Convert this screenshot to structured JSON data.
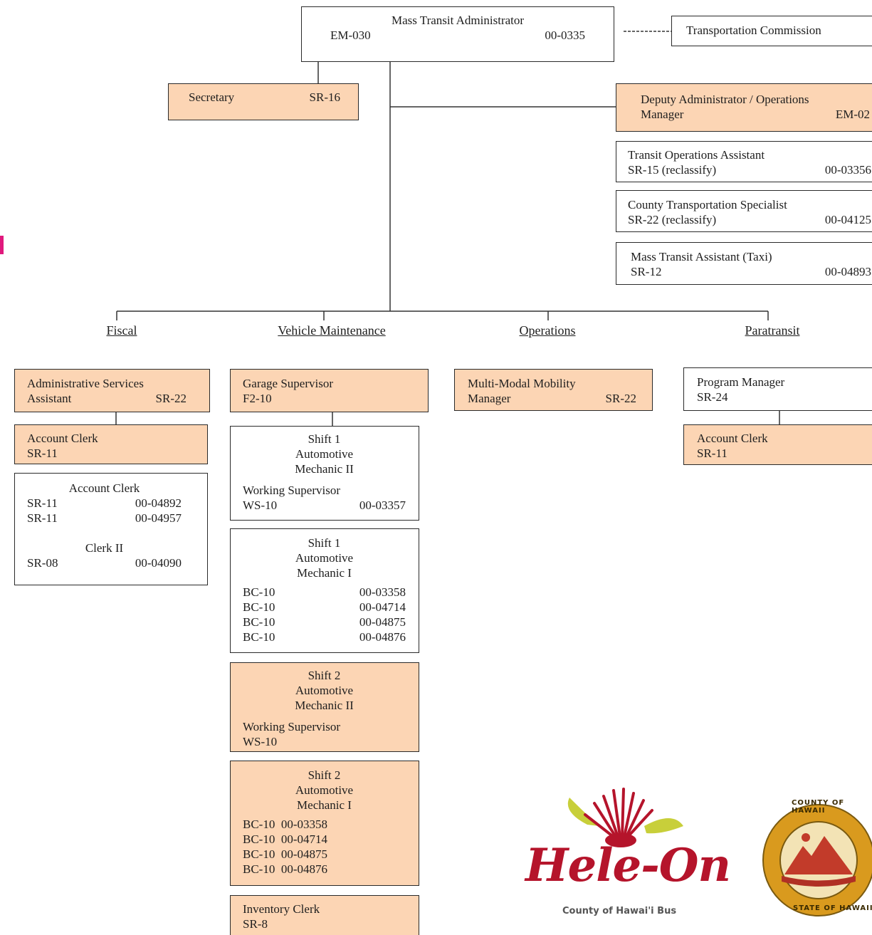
{
  "top": {
    "administrator": {
      "title": "Mass Transit Administrator",
      "grade": "EM-030",
      "position": "00-0335"
    },
    "commission": "Transportation Commission",
    "secretary": {
      "title": "Secretary",
      "grade": "SR-16"
    }
  },
  "staff": [
    {
      "line1": "Deputy Administrator / Operations",
      "line2_left": "Manager",
      "line2_right": "EM-02"
    },
    {
      "line1": "Transit Operations Assistant",
      "line2_left": "SR-15 (reclassify)",
      "line2_right": "00-03356"
    },
    {
      "line1": "County Transportation Specialist",
      "line2_left": "SR-22 (reclassify)",
      "line2_right": "00-04125"
    },
    {
      "line1": "Mass Transit Assistant (Taxi)",
      "line2_left": "SR-12",
      "line2_right": "00-04893"
    }
  ],
  "divisions": {
    "fiscal": "Fiscal",
    "vehicle_maintenance": "Vehicle Maintenance",
    "operations": "Operations",
    "paratransit": "Paratransit"
  },
  "fiscal": {
    "ads": {
      "line1": "Administrative Services",
      "line2_left": "Assistant",
      "line2_right": "SR-22"
    },
    "clerk": {
      "line1": "Account Clerk",
      "line2": "SR-11"
    },
    "clerks_group": {
      "title": "Account Clerk",
      "rows": [
        [
          "SR-11",
          "00-04892"
        ],
        [
          "SR-11",
          "00-04957"
        ]
      ],
      "title2": "Clerk II",
      "rows2": [
        [
          "SR-08",
          "00-04090"
        ]
      ]
    }
  },
  "vehicle": {
    "garage": {
      "line1": "Garage Supervisor",
      "line2": "F2-10"
    },
    "shift1_mech2": {
      "head": [
        "Shift 1",
        "Automotive",
        "Mechanic II"
      ],
      "sub": "Working Supervisor",
      "row": [
        "WS-10",
        "00-03357"
      ]
    },
    "shift1_mech1": {
      "head": [
        "Shift 1",
        "Automotive",
        "Mechanic I"
      ],
      "rows": [
        [
          "BC-10",
          "00-03358"
        ],
        [
          "BC-10",
          "00-04714"
        ],
        [
          "BC-10",
          "00-04875"
        ],
        [
          "BC-10",
          "00-04876"
        ]
      ]
    },
    "shift2_mech2": {
      "head": [
        "Shift 2",
        "Automotive",
        "Mechanic II"
      ],
      "sub": "Working Supervisor",
      "row": "WS-10"
    },
    "shift2_mech1": {
      "head": [
        "Shift 2",
        "Automotive",
        "Mechanic I"
      ],
      "rows": [
        "BC-10  00-03358",
        "BC-10  00-04714",
        "BC-10  00-04875",
        "BC-10  00-04876"
      ]
    },
    "inventory": {
      "line1": "Inventory Clerk",
      "line2": "SR-8"
    }
  },
  "operations": {
    "line1": "Multi-Modal Mobility",
    "line2_left": "Manager",
    "line2_right": "SR-22"
  },
  "paratransit": {
    "pm": {
      "line1": "Program Manager",
      "line2": "SR-24"
    },
    "clerk": {
      "line1": "Account Clerk",
      "line2": "SR-11"
    }
  },
  "logo": {
    "wordmark": "Hele-On",
    "tagline": "County of Hawai'i Bus"
  },
  "seal": {
    "top_text": "COUNTY OF HAWAII",
    "bottom_text": "STATE OF HAWAII"
  },
  "colors": {
    "filled_box": "#fcd5b4",
    "accent_pink": "#e0197d",
    "logo_red": "#b5142b",
    "logo_green": "#c8cf3a",
    "seal_gold": "#d99a1e"
  }
}
